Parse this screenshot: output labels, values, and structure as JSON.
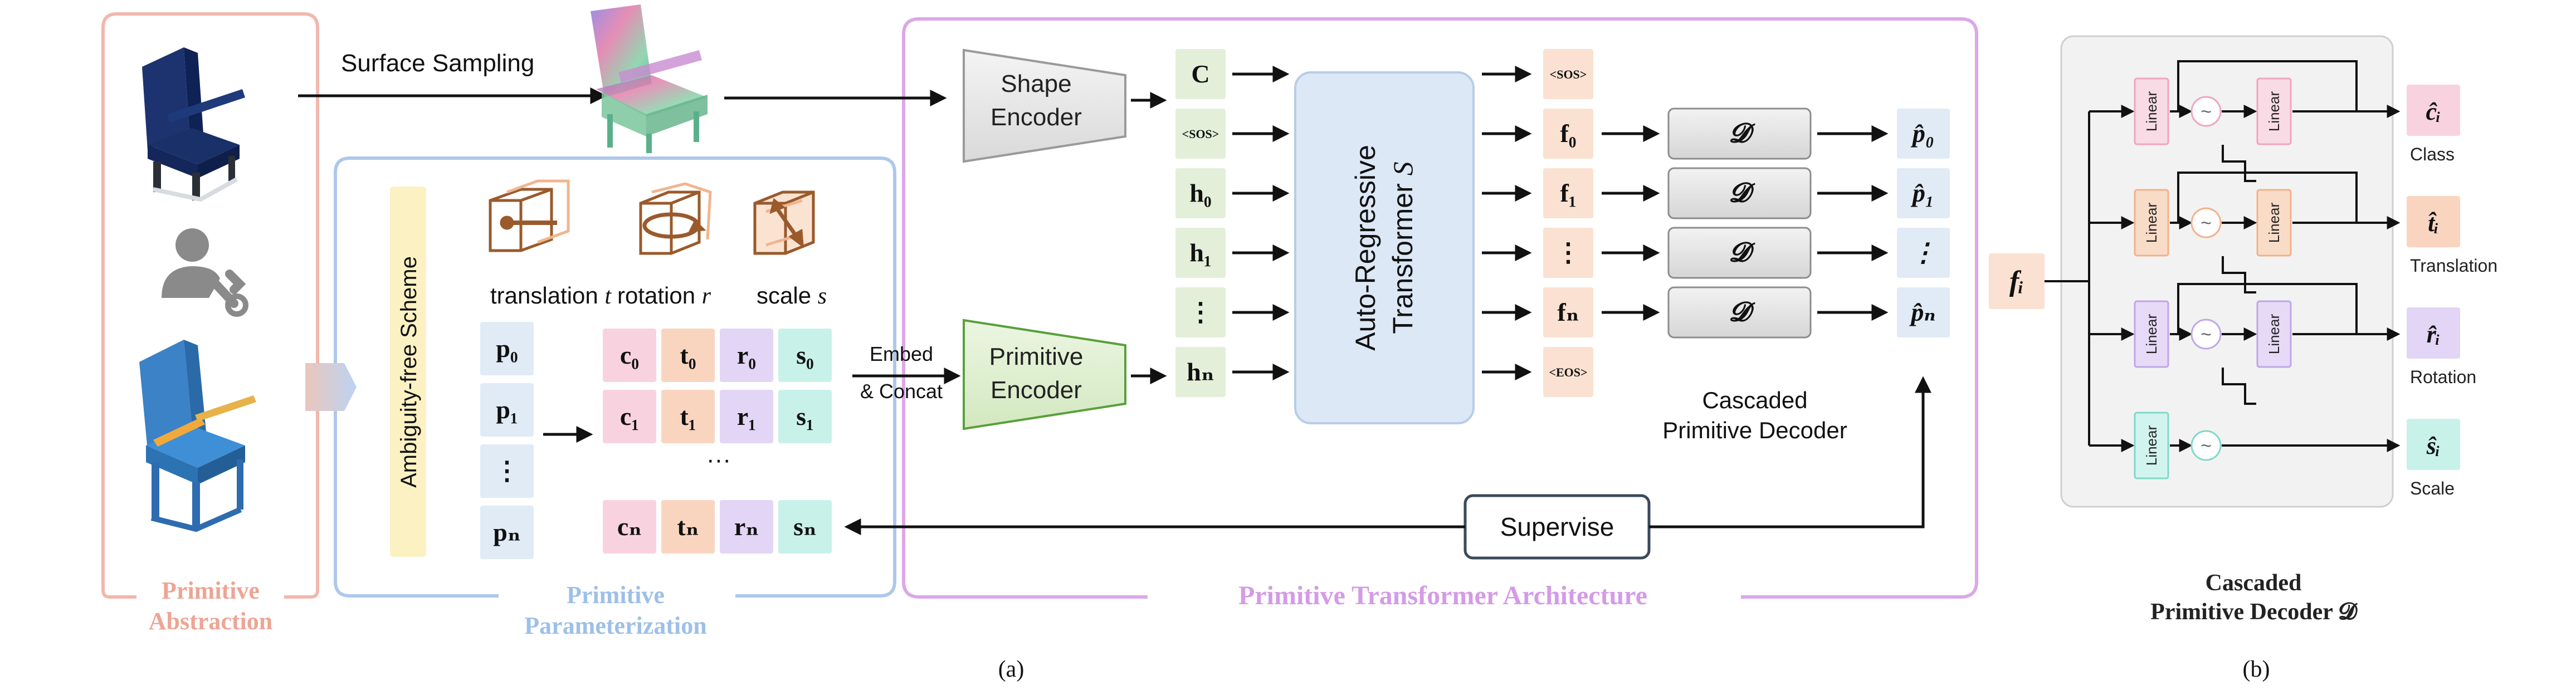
{
  "sections": {
    "abstraction_label": [
      "Primitive",
      "Abstraction"
    ],
    "parameterization_label": [
      "Primitive",
      "Parameterization"
    ],
    "architecture_label": "Primitive Transformer Architecture",
    "caption_a": "(a)",
    "caption_b": "(b)",
    "decoder_title": [
      "Cascaded",
      "Primitive Decoder 𝓓"
    ]
  },
  "labels": {
    "surface_sampling": "Surface Sampling",
    "ambiguity_free": "Ambiguity-free Scheme",
    "translation": "translation",
    "translation_var": "t",
    "rotation": "rotation",
    "rotation_var": "r",
    "scale": "scale",
    "scale_var": "s",
    "embed": "Embed",
    "concat": "& Concat",
    "shape_encoder": [
      "Shape",
      "Encoder"
    ],
    "primitive_encoder": [
      "Primitive",
      "Encoder"
    ],
    "transformer": [
      "Auto-Regressive",
      "Transformer"
    ],
    "transformer_var": "S",
    "cascaded_decoder": [
      "Cascaded",
      "Primitive Decoder"
    ],
    "supervise": "Supervise",
    "ellipsis_vertical": "⋮",
    "ellipsis_horizontal": "···"
  },
  "primitives": {
    "p": [
      "p₀",
      "p₁",
      "⋮",
      "pₙ"
    ],
    "rows": [
      [
        "c₀",
        "t₀",
        "r₀",
        "s₀"
      ],
      [
        "c₁",
        "t₁",
        "r₁",
        "s₁"
      ],
      [
        "cₙ",
        "tₙ",
        "rₙ",
        "sₙ"
      ]
    ]
  },
  "tokens": {
    "inputs": [
      "C",
      "<SOS>",
      "h₀",
      "h₁",
      "⋮",
      "hₙ"
    ],
    "outputs": [
      "<SOS>",
      "f₀",
      "f₁",
      "⋮",
      "fₙ",
      "<EOS>"
    ],
    "decoder_symbol": "𝓓",
    "predictions": [
      "p̂₀",
      "p̂₁",
      "⋮",
      "p̂ₙ"
    ]
  },
  "decoder_detail": {
    "input": "fᵢ",
    "linear": "Linear",
    "activation": "~",
    "outputs": [
      {
        "symbol": "ĉᵢ",
        "label": "Class",
        "color": "#f8d3df"
      },
      {
        "symbol": "t̂ᵢ",
        "label": "Translation",
        "color": "#f9d5c0"
      },
      {
        "symbol": "r̂ᵢ",
        "label": "Rotation",
        "color": "#e2d5f5"
      },
      {
        "symbol": "ŝᵢ",
        "label": "Scale",
        "color": "#c8f1ea"
      }
    ]
  },
  "colors": {
    "abstraction_frame": "#f2b7ad",
    "parameterization_frame": "#aec8ec",
    "architecture_frame": "#dba7ea",
    "abstraction_text": "#eea494",
    "parameterization_text": "#9dc0e8",
    "architecture_text": "#d49be6",
    "token_green": "#e3efd9",
    "token_orange": "#fbe1d1",
    "token_blue": "#e0ebf6",
    "scheme_yellow": "#fbf1c3",
    "transformer_fill": "#dce8f6"
  }
}
